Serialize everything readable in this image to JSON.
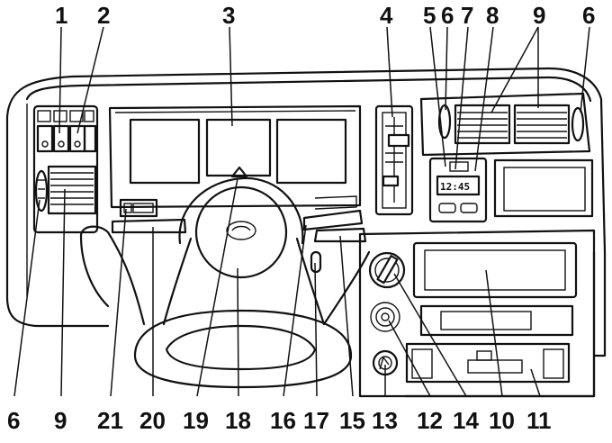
{
  "diagram": {
    "clock_display": "12:45",
    "labels_top": [
      {
        "id": "label-top-1",
        "text": "1"
      },
      {
        "id": "label-top-2",
        "text": "2"
      },
      {
        "id": "label-top-3",
        "text": "3"
      },
      {
        "id": "label-top-4",
        "text": "4"
      },
      {
        "id": "label-top-5",
        "text": "5"
      },
      {
        "id": "label-top-6a",
        "text": "6"
      },
      {
        "id": "label-top-7",
        "text": "7"
      },
      {
        "id": "label-top-8",
        "text": "8"
      },
      {
        "id": "label-top-9",
        "text": "9"
      },
      {
        "id": "label-top-6b",
        "text": "6"
      }
    ],
    "labels_bottom": [
      {
        "id": "label-bottom-6",
        "text": "6"
      },
      {
        "id": "label-bottom-9",
        "text": "9"
      },
      {
        "id": "label-bottom-21",
        "text": "21"
      },
      {
        "id": "label-bottom-20",
        "text": "20"
      },
      {
        "id": "label-bottom-19",
        "text": "19"
      },
      {
        "id": "label-bottom-18",
        "text": "18"
      },
      {
        "id": "label-bottom-16",
        "text": "16"
      },
      {
        "id": "label-bottom-17",
        "text": "17"
      },
      {
        "id": "label-bottom-15",
        "text": "15"
      },
      {
        "id": "label-bottom-13",
        "text": "13"
      },
      {
        "id": "label-bottom-12",
        "text": "12"
      },
      {
        "id": "label-bottom-14",
        "text": "14"
      },
      {
        "id": "label-bottom-10",
        "text": "10"
      },
      {
        "id": "label-bottom-11",
        "text": "11"
      }
    ]
  }
}
